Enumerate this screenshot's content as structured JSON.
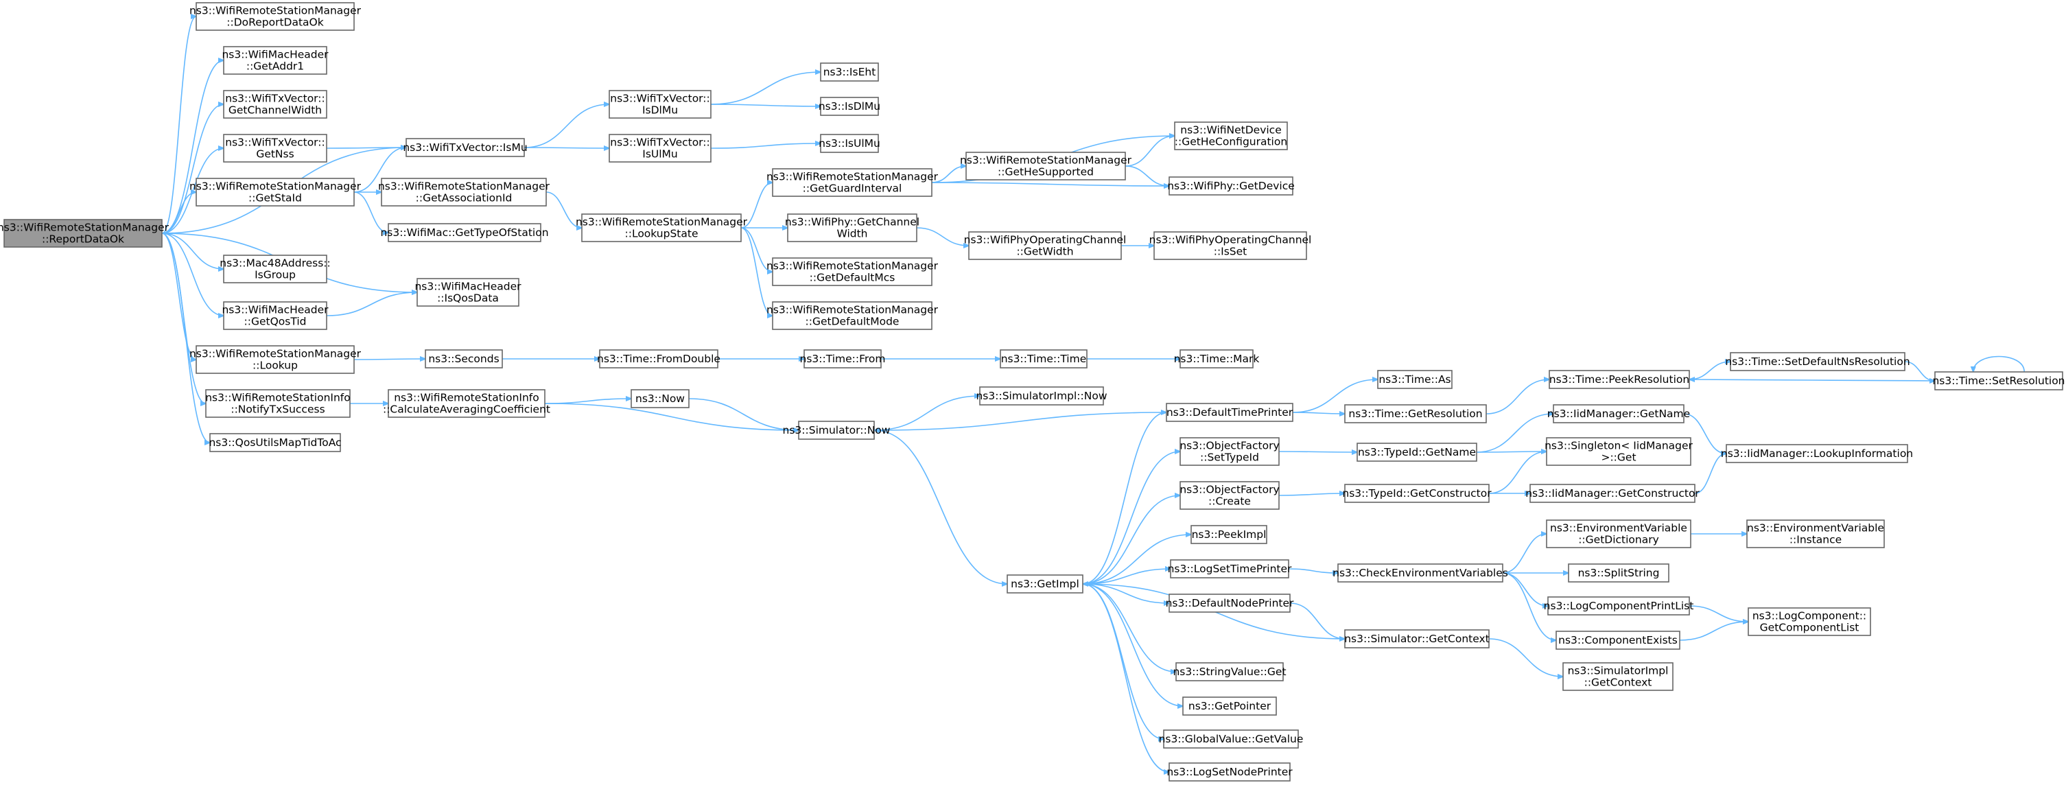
{
  "nodes": [
    {
      "id": "root",
      "lines": [
        "ns3::WifiRemoteStationManager",
        "::ReportDataOk"
      ],
      "root": true
    },
    {
      "id": "doReport",
      "lines": [
        "ns3::WifiRemoteStationManager",
        "::DoReportDataOk"
      ]
    },
    {
      "id": "getAddr1",
      "lines": [
        "ns3::WifiMacHeader",
        "::GetAddr1"
      ]
    },
    {
      "id": "getChWidth",
      "lines": [
        "ns3::WifiTxVector::",
        "GetChannelWidth"
      ]
    },
    {
      "id": "getNss",
      "lines": [
        "ns3::WifiTxVector::",
        "GetNss"
      ]
    },
    {
      "id": "getStaId",
      "lines": [
        "ns3::WifiRemoteStationManager",
        "::GetStaId"
      ]
    },
    {
      "id": "isGroup",
      "lines": [
        "ns3::Mac48Address::",
        "IsGroup"
      ]
    },
    {
      "id": "getQosTid",
      "lines": [
        "ns3::WifiMacHeader",
        "::GetQosTid"
      ]
    },
    {
      "id": "lookup",
      "lines": [
        "ns3::WifiRemoteStationManager",
        "::Lookup"
      ]
    },
    {
      "id": "notifyTx",
      "lines": [
        "ns3::WifiRemoteStationInfo",
        "::NotifyTxSuccess"
      ]
    },
    {
      "id": "qosMap",
      "lines": [
        "ns3::QosUtilsMapTidToAc"
      ]
    },
    {
      "id": "isMu",
      "lines": [
        "ns3::WifiTxVector::IsMu"
      ]
    },
    {
      "id": "getAssoc",
      "lines": [
        "ns3::WifiRemoteStationManager",
        "::GetAssociationId"
      ]
    },
    {
      "id": "getTypeOfStation",
      "lines": [
        "ns3::WifiMac::GetTypeOfStation"
      ]
    },
    {
      "id": "isQosData",
      "lines": [
        "ns3::WifiMacHeader",
        "::IsQosData"
      ]
    },
    {
      "id": "seconds",
      "lines": [
        "ns3::Seconds"
      ]
    },
    {
      "id": "calcAvg",
      "lines": [
        "ns3::WifiRemoteStationInfo",
        "::CalculateAveragingCoefficient"
      ]
    },
    {
      "id": "isDlMuTx",
      "lines": [
        "ns3::WifiTxVector::",
        "IsDlMu"
      ]
    },
    {
      "id": "isUlMuTx",
      "lines": [
        "ns3::WifiTxVector::",
        "IsUlMu"
      ]
    },
    {
      "id": "lookupState",
      "lines": [
        "ns3::WifiRemoteStationManager",
        "::LookupState"
      ]
    },
    {
      "id": "fromDouble",
      "lines": [
        "ns3::Time::FromDouble"
      ]
    },
    {
      "id": "now",
      "lines": [
        "ns3::Now"
      ]
    },
    {
      "id": "simNow",
      "lines": [
        "ns3::Simulator::Now"
      ]
    },
    {
      "id": "isEht",
      "lines": [
        "ns3::IsEht"
      ]
    },
    {
      "id": "isDlMu",
      "lines": [
        "ns3::IsDlMu"
      ]
    },
    {
      "id": "isUlMu",
      "lines": [
        "ns3::IsUlMu"
      ]
    },
    {
      "id": "getGuard",
      "lines": [
        "ns3::WifiRemoteStationManager",
        "::GetGuardInterval"
      ]
    },
    {
      "id": "phyGetChWidth",
      "lines": [
        "ns3::WifiPhy::GetChannel",
        "Width"
      ]
    },
    {
      "id": "getDefMcs",
      "lines": [
        "ns3::WifiRemoteStationManager",
        "::GetDefaultMcs"
      ]
    },
    {
      "id": "getDefMode",
      "lines": [
        "ns3::WifiRemoteStationManager",
        "::GetDefaultMode"
      ]
    },
    {
      "id": "timeFrom",
      "lines": [
        "ns3::Time::From"
      ]
    },
    {
      "id": "simImplNow",
      "lines": [
        "ns3::SimulatorImpl::Now"
      ]
    },
    {
      "id": "getImpl",
      "lines": [
        "ns3::GetImpl"
      ]
    },
    {
      "id": "getHeSupported",
      "lines": [
        "ns3::WifiRemoteStationManager",
        "::GetHeSupported"
      ]
    },
    {
      "id": "opChGetWidth",
      "lines": [
        "ns3::WifiPhyOperatingChannel",
        "::GetWidth"
      ]
    },
    {
      "id": "timeTime",
      "lines": [
        "ns3::Time::Time"
      ]
    },
    {
      "id": "getHeConfig",
      "lines": [
        "ns3::WifiNetDevice",
        "::GetHeConfiguration"
      ]
    },
    {
      "id": "phyGetDevice",
      "lines": [
        "ns3::WifiPhy::GetDevice"
      ]
    },
    {
      "id": "opChIsSet",
      "lines": [
        "ns3::WifiPhyOperatingChannel",
        "::IsSet"
      ]
    },
    {
      "id": "timeMark",
      "lines": [
        "ns3::Time::Mark"
      ]
    },
    {
      "id": "defTimePrinter",
      "lines": [
        "ns3::DefaultTimePrinter"
      ]
    },
    {
      "id": "ofSetTypeId",
      "lines": [
        "ns3::ObjectFactory",
        "::SetTypeId"
      ]
    },
    {
      "id": "ofCreate",
      "lines": [
        "ns3::ObjectFactory",
        "::Create"
      ]
    },
    {
      "id": "peekImpl",
      "lines": [
        "ns3::PeekImpl"
      ]
    },
    {
      "id": "logSetTimePrinter",
      "lines": [
        "ns3::LogSetTimePrinter"
      ]
    },
    {
      "id": "defNodePrinter",
      "lines": [
        "ns3::DefaultNodePrinter"
      ]
    },
    {
      "id": "strValGet",
      "lines": [
        "ns3::StringValue::Get"
      ]
    },
    {
      "id": "getPointer",
      "lines": [
        "ns3::GetPointer"
      ]
    },
    {
      "id": "globalValGet",
      "lines": [
        "ns3::GlobalValue::GetValue"
      ]
    },
    {
      "id": "logSetNodePrinter",
      "lines": [
        "ns3::LogSetNodePrinter"
      ]
    },
    {
      "id": "timeAs",
      "lines": [
        "ns3::Time::As"
      ]
    },
    {
      "id": "timeGetRes",
      "lines": [
        "ns3::Time::GetResolution"
      ]
    },
    {
      "id": "typeIdGetName",
      "lines": [
        "ns3::TypeId::GetName"
      ]
    },
    {
      "id": "typeIdGetCtor",
      "lines": [
        "ns3::TypeId::GetConstructor"
      ]
    },
    {
      "id": "checkEnv",
      "lines": [
        "ns3::CheckEnvironmentVariables"
      ]
    },
    {
      "id": "simGetContext",
      "lines": [
        "ns3::Simulator::GetContext"
      ]
    },
    {
      "id": "peekRes",
      "lines": [
        "ns3::Time::PeekResolution"
      ]
    },
    {
      "id": "iidGetName",
      "lines": [
        "ns3::IidManager::GetName"
      ]
    },
    {
      "id": "singletonGet",
      "lines": [
        "ns3::Singleton< IidManager",
        " >::Get"
      ]
    },
    {
      "id": "iidGetCtor",
      "lines": [
        "ns3::IidManager::GetConstructor"
      ]
    },
    {
      "id": "envGetDict",
      "lines": [
        "ns3::EnvironmentVariable",
        "::GetDictionary"
      ]
    },
    {
      "id": "splitString",
      "lines": [
        "ns3::SplitString"
      ]
    },
    {
      "id": "logCompPrintList",
      "lines": [
        "ns3::LogComponentPrintList"
      ]
    },
    {
      "id": "compExists",
      "lines": [
        "ns3::ComponentExists"
      ]
    },
    {
      "id": "simImplGetCtx",
      "lines": [
        "ns3::SimulatorImpl",
        "::GetContext"
      ]
    },
    {
      "id": "setDefNsRes",
      "lines": [
        "ns3::Time::SetDefaultNsResolution"
      ]
    },
    {
      "id": "iidLookupInfo",
      "lines": [
        "ns3::IidManager::LookupInformation"
      ]
    },
    {
      "id": "envInstance",
      "lines": [
        "ns3::EnvironmentVariable",
        "::Instance"
      ]
    },
    {
      "id": "logCompGetList",
      "lines": [
        "ns3::LogComponent::",
        "GetComponentList"
      ]
    },
    {
      "id": "timeSetRes",
      "lines": [
        "ns3::Time::SetResolution"
      ]
    }
  ],
  "edges": [
    [
      "root",
      "doReport"
    ],
    [
      "root",
      "getAddr1"
    ],
    [
      "root",
      "getChWidth"
    ],
    [
      "root",
      "getNss"
    ],
    [
      "root",
      "getStaId"
    ],
    [
      "root",
      "isGroup"
    ],
    [
      "root",
      "getQosTid"
    ],
    [
      "root",
      "lookup"
    ],
    [
      "root",
      "notifyTx"
    ],
    [
      "root",
      "qosMap"
    ],
    [
      "root",
      "isQosData"
    ],
    [
      "root",
      "isMu"
    ],
    [
      "getNss",
      "isMu"
    ],
    [
      "getStaId",
      "isMu"
    ],
    [
      "getStaId",
      "getAssoc"
    ],
    [
      "getStaId",
      "getTypeOfStation"
    ],
    [
      "getQosTid",
      "isQosData"
    ],
    [
      "lookup",
      "seconds"
    ],
    [
      "notifyTx",
      "calcAvg"
    ],
    [
      "isMu",
      "isDlMuTx"
    ],
    [
      "isMu",
      "isUlMuTx"
    ],
    [
      "isDlMuTx",
      "isEht"
    ],
    [
      "isDlMuTx",
      "isDlMu"
    ],
    [
      "isUlMuTx",
      "isUlMu"
    ],
    [
      "getAssoc",
      "lookupState"
    ],
    [
      "lookupState",
      "getGuard"
    ],
    [
      "lookupState",
      "phyGetChWidth"
    ],
    [
      "lookupState",
      "getDefMcs"
    ],
    [
      "lookupState",
      "getDefMode"
    ],
    [
      "getGuard",
      "getHeSupported"
    ],
    [
      "getGuard",
      "getHeConfig"
    ],
    [
      "getGuard",
      "phyGetDevice"
    ],
    [
      "getHeSupported",
      "getHeConfig"
    ],
    [
      "getHeSupported",
      "phyGetDevice"
    ],
    [
      "phyGetChWidth",
      "opChGetWidth"
    ],
    [
      "opChGetWidth",
      "opChIsSet"
    ],
    [
      "seconds",
      "fromDouble"
    ],
    [
      "fromDouble",
      "timeFrom"
    ],
    [
      "timeFrom",
      "timeTime"
    ],
    [
      "timeTime",
      "timeMark"
    ],
    [
      "calcAvg",
      "now"
    ],
    [
      "calcAvg",
      "simNow"
    ],
    [
      "now",
      "simNow"
    ],
    [
      "simNow",
      "simImplNow"
    ],
    [
      "simNow",
      "getImpl"
    ],
    [
      "defTimePrinter",
      "simNow"
    ],
    [
      "getImpl",
      "defTimePrinter"
    ],
    [
      "getImpl",
      "ofSetTypeId"
    ],
    [
      "getImpl",
      "ofCreate"
    ],
    [
      "getImpl",
      "peekImpl"
    ],
    [
      "getImpl",
      "logSetTimePrinter"
    ],
    [
      "getImpl",
      "defNodePrinter"
    ],
    [
      "getImpl",
      "strValGet"
    ],
    [
      "getImpl",
      "getPointer"
    ],
    [
      "getImpl",
      "globalValGet"
    ],
    [
      "getImpl",
      "logSetNodePrinter"
    ],
    [
      "simGetContext",
      "getImpl"
    ],
    [
      "defTimePrinter",
      "timeAs"
    ],
    [
      "defTimePrinter",
      "timeGetRes"
    ],
    [
      "timeGetRes",
      "peekRes"
    ],
    [
      "peekRes",
      "setDefNsRes"
    ],
    [
      "setDefNsRes",
      "timeSetRes"
    ],
    [
      "timeSetRes",
      "peekRes"
    ],
    [
      "timeSetRes",
      "timeSetRes"
    ],
    [
      "ofSetTypeId",
      "typeIdGetName"
    ],
    [
      "ofCreate",
      "typeIdGetCtor"
    ],
    [
      "typeIdGetName",
      "iidGetName"
    ],
    [
      "typeIdGetName",
      "singletonGet"
    ],
    [
      "typeIdGetCtor",
      "singletonGet"
    ],
    [
      "typeIdGetCtor",
      "iidGetCtor"
    ],
    [
      "iidGetName",
      "iidLookupInfo"
    ],
    [
      "iidGetCtor",
      "iidLookupInfo"
    ],
    [
      "logSetTimePrinter",
      "checkEnv"
    ],
    [
      "defNodePrinter",
      "simGetContext"
    ],
    [
      "checkEnv",
      "envGetDict"
    ],
    [
      "checkEnv",
      "splitString"
    ],
    [
      "checkEnv",
      "logCompPrintList"
    ],
    [
      "checkEnv",
      "compExists"
    ],
    [
      "envGetDict",
      "envInstance"
    ],
    [
      "logCompPrintList",
      "logCompGetList"
    ],
    [
      "compExists",
      "logCompGetList"
    ],
    [
      "simGetContext",
      "simImplGetCtx"
    ]
  ]
}
